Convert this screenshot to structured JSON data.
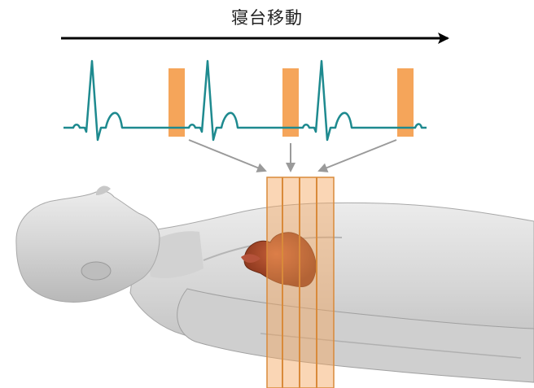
{
  "diagram": {
    "title": "寝台移動",
    "colors": {
      "ecg": "#1e8a8f",
      "gate": "#f5a55a",
      "arrow_main": "#000000",
      "arrow_minor": "#9a9a9a",
      "body": "#d6d6d6",
      "heart": "#a9492a",
      "slab_line": "#d98a3a"
    },
    "elements": {
      "ecg_trace": "ecg-waveform",
      "gates": "acquisition-windows",
      "slabs": "stacked-slabs",
      "subject": "supine-human-body",
      "organ": "heart"
    }
  }
}
